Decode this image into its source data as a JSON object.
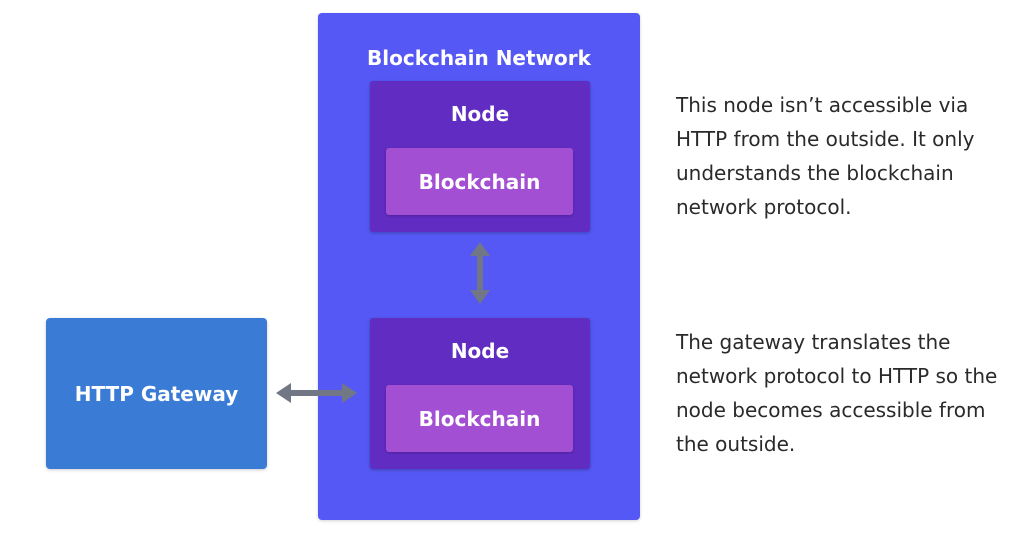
{
  "colors": {
    "network": "#5558f4",
    "node": "#602cc1",
    "blockchain": "#a34fd4",
    "gateway": "#3a7bd5",
    "arrow": "#717784",
    "text": "#2a2a2a"
  },
  "network": {
    "title": "Blockchain Network",
    "nodes": [
      {
        "title": "Node",
        "blockchain_label": "Blockchain"
      },
      {
        "title": "Node",
        "blockchain_label": "Blockchain"
      }
    ]
  },
  "gateway": {
    "label": "HTTP Gateway"
  },
  "annotations": [
    "This node isn’t accessible via HTTP from the outside. It only understands the blockchain network protocol.",
    "The gateway translates the network protocol to HTTP so the node becomes accessible from the outside."
  ]
}
